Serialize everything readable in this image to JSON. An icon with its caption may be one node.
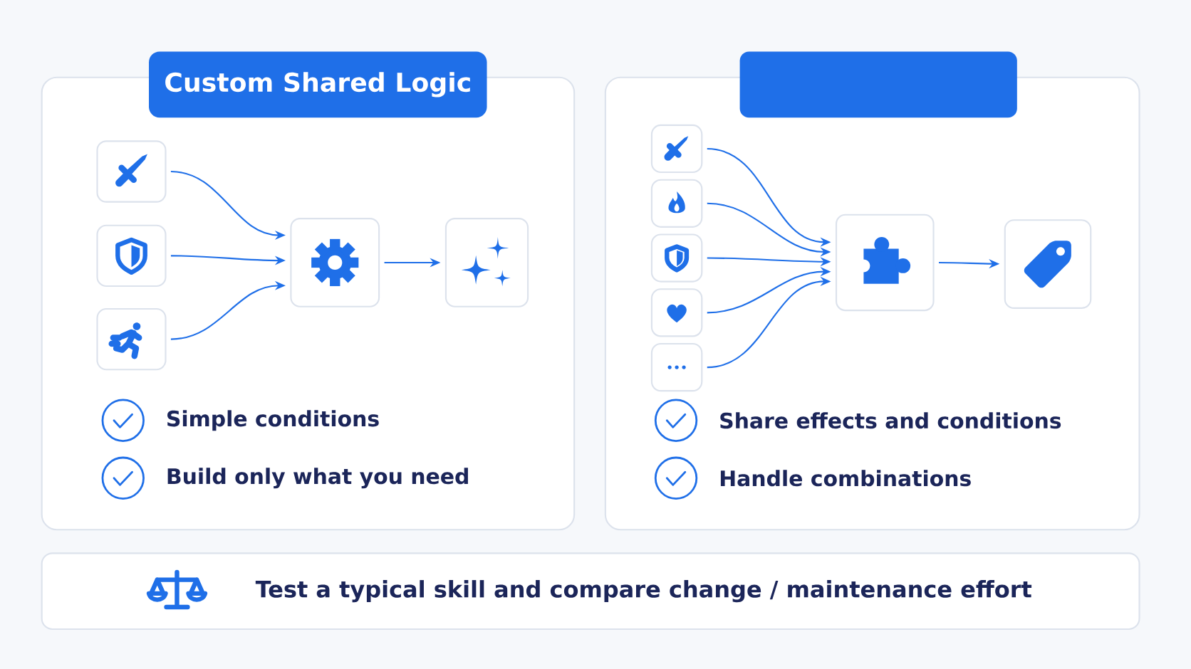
{
  "diagram": {
    "nodes": [
      {
        "text": [],
        "shape": "box"
      },
      {
        "text": [
          "Custom Shared Logic"
        ]
      },
      {
        "text": [],
        "shape": "box",
        "in": 0
      },
      {
        "text": [],
        "shape": "box",
        "in": 0
      },
      {
        "text": [],
        "shape": "box",
        "in": 0
      },
      {
        "text": [],
        "shape": "box",
        "in": 0
      },
      {
        "text": [],
        "shape": "box",
        "in": 0
      },
      {
        "text": [],
        "shape": "box"
      },
      {
        "text": [],
        "shape": "box"
      },
      {
        "text": [],
        "shape": "box",
        "in": 7
      },
      {
        "text": [],
        "shape": "box",
        "in": 7
      },
      {
        "text": [],
        "shape": "box",
        "in": 7
      },
      {
        "text": [],
        "shape": "box",
        "in": 7
      },
      {
        "text": [],
        "shape": "box",
        "in": 7
      },
      {
        "text": [],
        "shape": "box",
        "in": 7
      },
      {
        "text": [],
        "shape": "box",
        "in": 7
      },
      {
        "text": [
          "Test a typical skill and compare change / maintenance effort"
        ]
      }
    ],
    "edges": [
      {
        "from": 2,
        "to": 5,
        "arrow": "to"
      },
      {
        "from": 3,
        "to": 5,
        "arrow": "to"
      },
      {
        "from": 4,
        "to": 5,
        "arrow": "to"
      },
      {
        "from": 5,
        "to": 6,
        "arrow": "to"
      },
      {
        "from": 9,
        "to": 14,
        "arrow": "to"
      },
      {
        "from": 10,
        "to": 14,
        "arrow": "to"
      },
      {
        "from": 11,
        "to": 14,
        "arrow": "to"
      },
      {
        "from": 12,
        "to": 14,
        "arrow": "to"
      },
      {
        "from": 13,
        "to": 14,
        "arrow": "to"
      },
      {
        "from": 14,
        "to": 15,
        "arrow": "to"
      }
    ],
    "labels": [
      "Simple conditions",
      "Build only what you need",
      "Share effects and conditions",
      "Handle combinations"
    ]
  }
}
